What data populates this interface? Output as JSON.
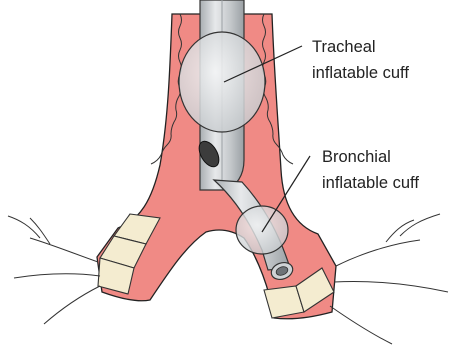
{
  "figure": {
    "labels": {
      "tracheal_cuff": {
        "line1": "Tracheal",
        "line2": "inflatable cuff"
      },
      "bronchial_cuff": {
        "line1": "Bronchial",
        "line2": "inflatable cuff"
      }
    },
    "colors": {
      "airway_mucosa": "#f08a85",
      "tube_fill": "#cfd3d6",
      "cuff_fill": "#e1e3e5",
      "cartilage_band": "#f4ecd0",
      "outline": "#222222"
    }
  }
}
